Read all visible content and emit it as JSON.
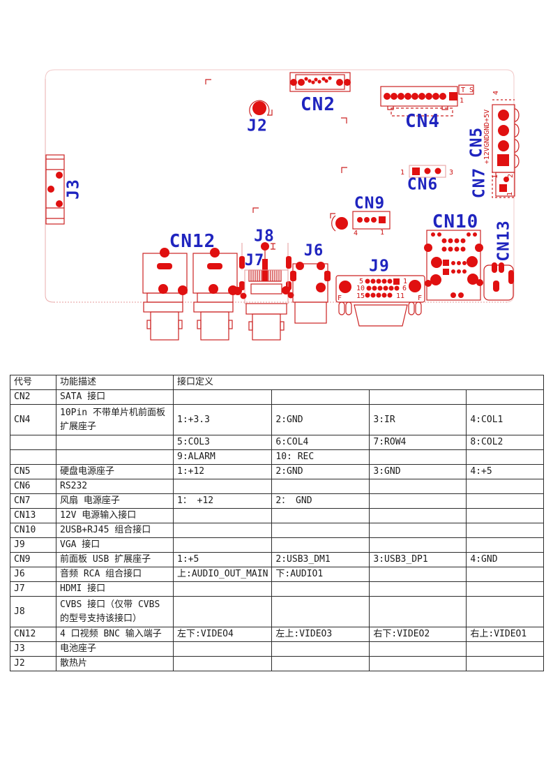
{
  "diagram": {
    "colors": {
      "red": "#e01010",
      "blue": "#1f24bf"
    },
    "labels": {
      "cn2": "CN2",
      "j2": "J2",
      "j3": "J3",
      "cn4": "CN4",
      "cn5": "CN5",
      "cn6": "CN6",
      "cn7": "CN7",
      "cn9": "CN9",
      "cn10": "CN10",
      "cn13": "CN13",
      "cn12": "CN12",
      "j8": "J8",
      "j7": "J7",
      "j6": "J6",
      "j9": "J9"
    },
    "pin_annotations": {
      "cn4_ts": "T S",
      "cn4_1": "1",
      "cn5_rail": "+12VGNDGND+5V",
      "cn5_4": "4",
      "cn5_1": "1",
      "cn6_1": "1",
      "cn6_3": "3",
      "cn7_2": "2",
      "cn7_1": "1",
      "cn9_4": "4",
      "cn9_1": "1",
      "j9_5": "5",
      "j9_1": "1",
      "j9_10": "10",
      "j9_6": "6",
      "j9_15": "15",
      "j9_11": "11",
      "j9_f_left": "F",
      "j9_f_right": "F"
    }
  },
  "table": {
    "headers": {
      "code": "代号",
      "desc": "功能描述",
      "iface": "接口定义"
    },
    "rows": [
      {
        "code": "CN2",
        "desc": "SATA 接口",
        "cells": [
          "",
          "",
          "",
          ""
        ]
      },
      {
        "code": "CN4",
        "desc": "10Pin 不带单片机前面板扩展座子",
        "cells": [
          "1:+3.3",
          "2:GND",
          "3:IR",
          "4:COL1"
        ],
        "tall": true
      },
      {
        "code": "",
        "desc": "",
        "cells": [
          "5:COL3",
          "6:COL4",
          "7:ROW4",
          "8:COL2"
        ]
      },
      {
        "code": "",
        "desc": "",
        "cells": [
          "9:ALARM",
          "10: REC",
          "",
          ""
        ]
      },
      {
        "code": "CN5",
        "desc": "硬盘电源座子",
        "cells": [
          "1:+12",
          "2:GND",
          "3:GND",
          "4:+5"
        ]
      },
      {
        "code": "CN6",
        "desc": "RS232",
        "cells": [
          "",
          "",
          "",
          ""
        ]
      },
      {
        "code": "CN7",
        "desc": "风扇 电源座子",
        "cells": [
          "1： +12",
          "2： GND",
          "",
          ""
        ]
      },
      {
        "code": "CN13",
        "desc": "12V 电源输入接口",
        "cells": [
          "",
          "",
          "",
          ""
        ]
      },
      {
        "code": "CN10",
        "desc": "2USB+RJ45 组合接口",
        "cells": [
          "",
          "",
          "",
          ""
        ]
      },
      {
        "code": "J9",
        "desc": "VGA 接口",
        "cells": [
          "",
          "",
          "",
          ""
        ]
      },
      {
        "code": "CN9",
        "desc": "前面板 USB 扩展座子",
        "cells": [
          "1:+5",
          "2:USB3_DM1",
          "3:USB3_DP1",
          "4:GND"
        ]
      },
      {
        "code": "J6",
        "desc": "音频 RCA 组合接口",
        "cells": [
          "上:AUDIO_OUT_MAIN",
          "下:AUDIO1",
          "",
          ""
        ]
      },
      {
        "code": "J7",
        "desc": "HDMI 接口",
        "cells": [
          "",
          "",
          "",
          ""
        ]
      },
      {
        "code": "J8",
        "desc": "CVBS 接口（仅带 CVBS 的型号支持该接口）",
        "cells": [
          "",
          "",
          "",
          ""
        ],
        "tall": true
      },
      {
        "code": "CN12",
        "desc": "4 口视频 BNC 输入端子",
        "cells": [
          "左下:VIDEO4",
          "左上:VIDEO3",
          "右下:VIDEO2",
          "右上:VIDEO1"
        ]
      },
      {
        "code": "J3",
        "desc": "电池座子",
        "cells": [
          "",
          "",
          "",
          ""
        ]
      },
      {
        "code": "J2",
        "desc": "散热片",
        "cells": [
          "",
          "",
          "",
          ""
        ]
      }
    ]
  }
}
